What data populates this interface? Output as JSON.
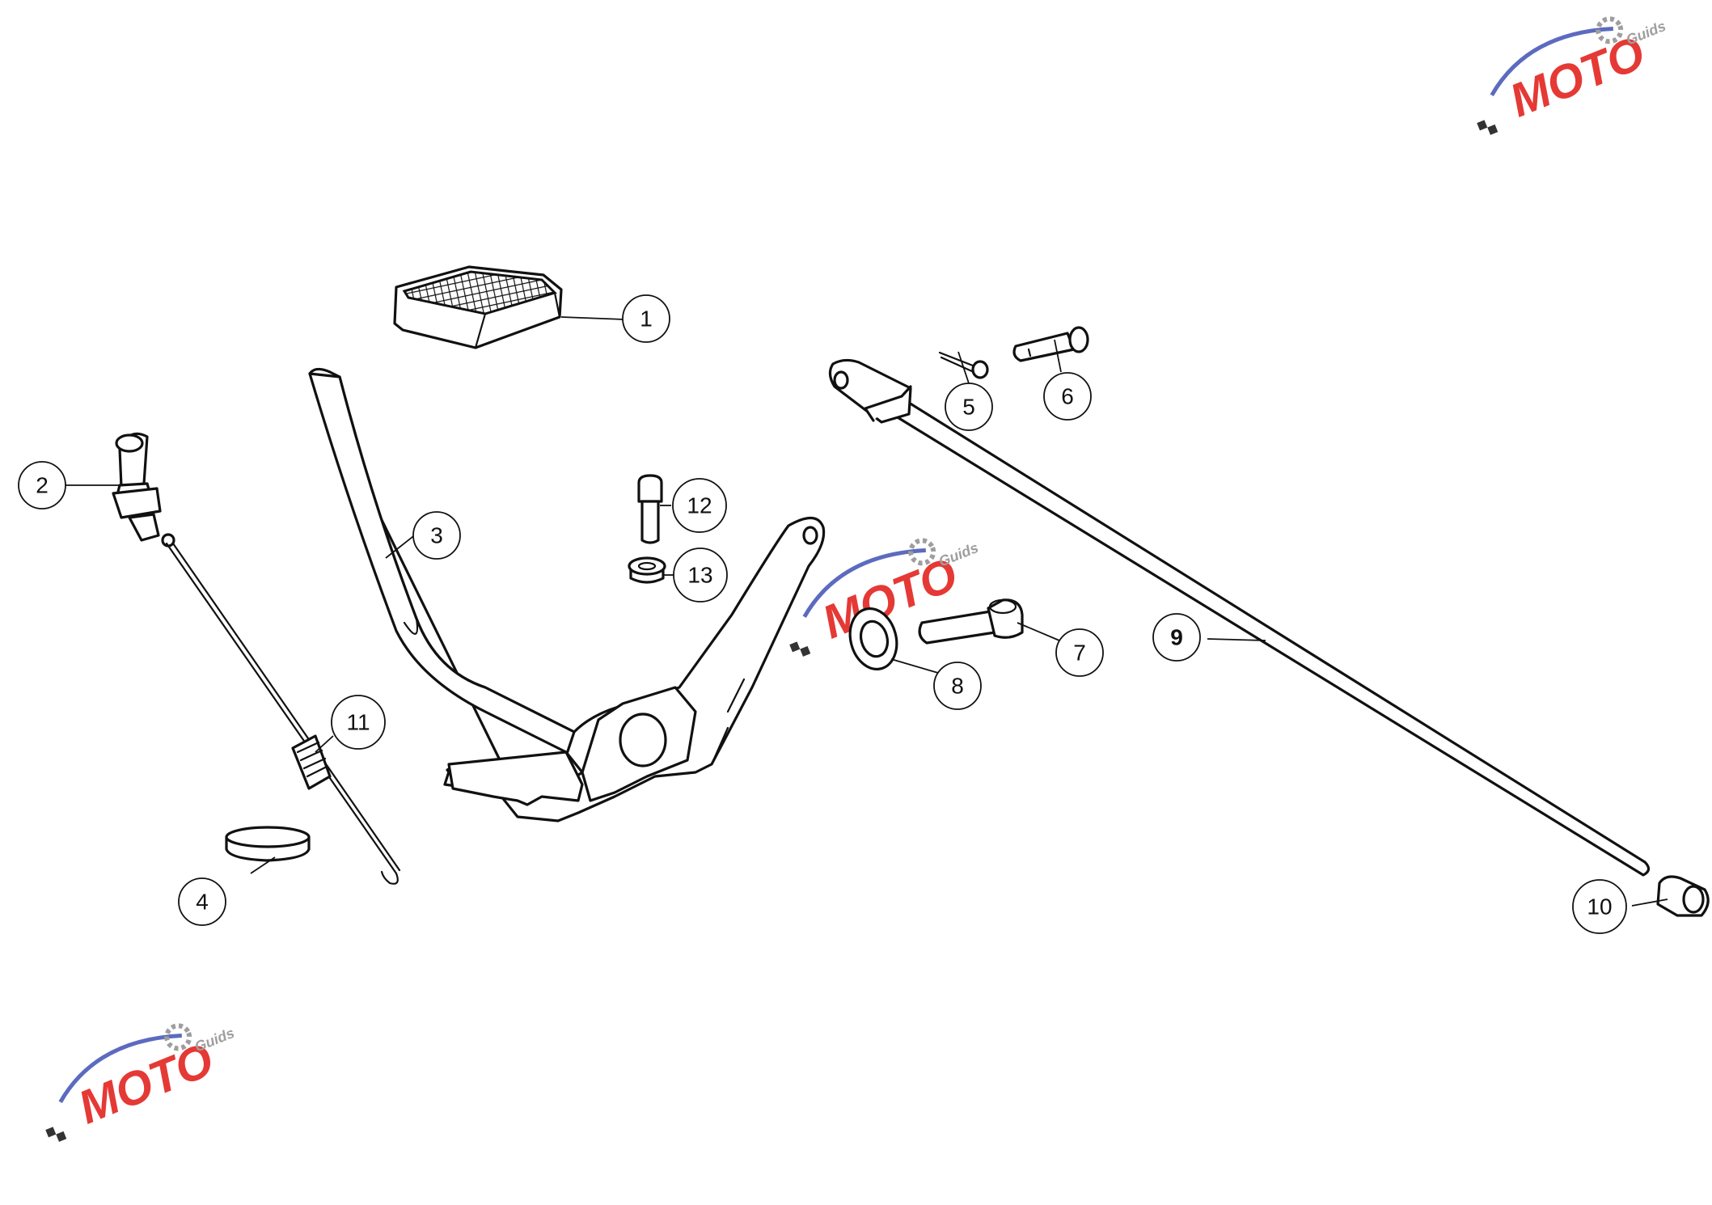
{
  "diagram": {
    "callouts": [
      {
        "id": "1",
        "label": "1",
        "bold": false
      },
      {
        "id": "2",
        "label": "2",
        "bold": false
      },
      {
        "id": "3",
        "label": "3",
        "bold": false
      },
      {
        "id": "4",
        "label": "4",
        "bold": false
      },
      {
        "id": "5",
        "label": "5",
        "bold": false
      },
      {
        "id": "6",
        "label": "6",
        "bold": false
      },
      {
        "id": "7",
        "label": "7",
        "bold": false
      },
      {
        "id": "8",
        "label": "8",
        "bold": false
      },
      {
        "id": "9",
        "label": "9",
        "bold": true
      },
      {
        "id": "10",
        "label": "10",
        "bold": false
      },
      {
        "id": "11",
        "label": "11",
        "bold": false
      },
      {
        "id": "12",
        "label": "12",
        "bold": false
      },
      {
        "id": "13",
        "label": "13",
        "bold": false
      }
    ]
  },
  "watermark": {
    "brand": "MOTO",
    "sub": "Guids",
    "colors": {
      "text": "#e53935",
      "swoosh": "#5c6bc0",
      "gear": "#9e9e9e"
    }
  }
}
